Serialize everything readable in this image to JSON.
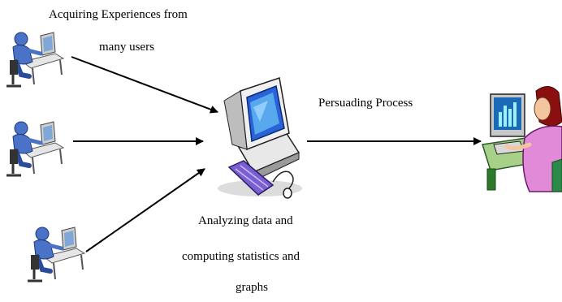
{
  "labels": {
    "sources_line1": "Acquiring Experiences from",
    "sources_line2": "many users",
    "process": "Persuading Process",
    "analysis_line1": "Analyzing data and",
    "analysis_line2": "computing statistics and",
    "analysis_line3": "graphs"
  },
  "icons": {
    "source_user": "user-at-computer-icon",
    "server": "computer-workstation-icon",
    "target_user": "woman-at-computer-icon"
  },
  "colors": {
    "user_blue": "#4a73c8",
    "monitor_blue": "#2a63d8",
    "keyboard_purple": "#7b5fd0",
    "woman_shirt": "#e08ad8",
    "hair": "#8a1010",
    "skin": "#f4c6a0"
  }
}
